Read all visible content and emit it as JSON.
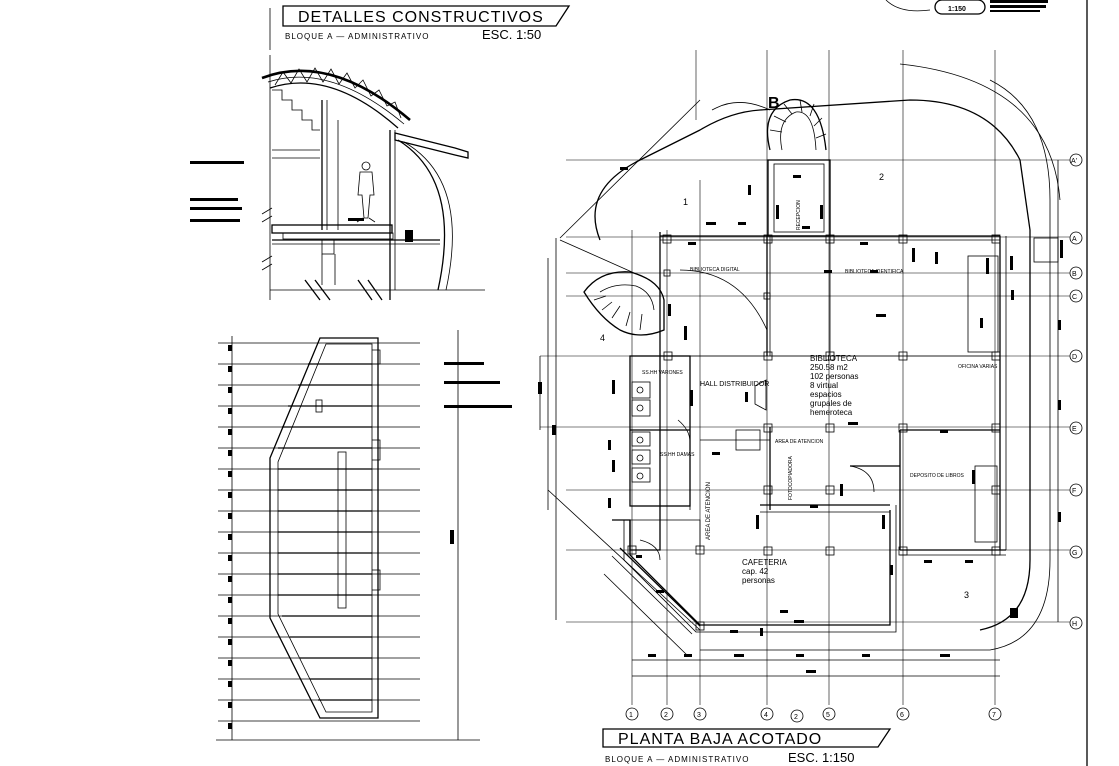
{
  "title_top": {
    "title": "DETALLES CONSTRUCTIVOS",
    "subtitle": "BLOQUE A  —  ADMINISTRATIVO",
    "scale": "ESC. 1:50"
  },
  "title_bottom": {
    "title": "PLANTA  BAJA ACOTADO",
    "subtitle": "BLOQUE A  —  ADMINISTRATIVO",
    "scale": "ESC. 1:150"
  },
  "stamp": {
    "label": "1:150"
  },
  "plan": {
    "section_marker": "B",
    "zones": [
      "1",
      "2",
      "3",
      "4"
    ],
    "rooms": {
      "biblioteca_izq": "BIBLIOTECA DIGITAL",
      "biblioteca_der": "BIBLIOTECA CIENTIFICA",
      "hall": "HALL DISTRIBUIDOR",
      "atencion_v": "AREA DE ATENCION",
      "atencion_h": "AREA DE ATENCION",
      "deposito": "DEPOSITO DE LIBROS",
      "ss_varones": "SS.HH VARONES",
      "ss_damas": "SS.HH DAMAS",
      "fotocopiadora": "FOTOCOPIADORA",
      "recepcion": "RECEPCION",
      "oficina": "OFICINA VARIAS"
    },
    "biblioteca_note": [
      "BIBLIOTECA",
      "250.58 m2",
      "102 personas",
      "8 virtual",
      "espacios",
      "grupales de",
      "hemeroteca"
    ],
    "cafeteria_note": [
      "CAFETERIA",
      "cap. 42",
      "personas"
    ],
    "axes_letters": [
      "A'",
      "A",
      "B",
      "C",
      "D",
      "E",
      "F",
      "G",
      "H"
    ],
    "axes_numbers": [
      "1",
      "2",
      "3",
      "4",
      "5",
      "6",
      "7",
      "2"
    ]
  }
}
